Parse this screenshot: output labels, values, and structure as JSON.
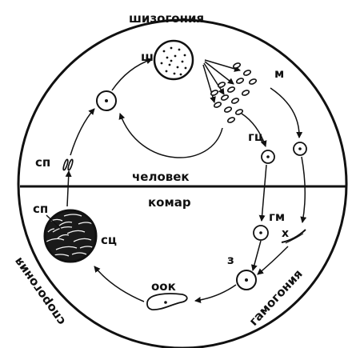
{
  "colors": {
    "ink": "#111111",
    "background": "#ffffff"
  },
  "labels": {
    "top_arc": "шизогония",
    "left_arc": "спорогония",
    "right_arc": "гамогония",
    "upper_half": "человек",
    "lower_half": "комар",
    "schizont": "ш",
    "merozoites": "м",
    "gametocytes": "гц",
    "gametes": "гм",
    "flagellum": "х",
    "zygote": "з",
    "ookinete": "оок",
    "oocyst": "сц",
    "sporozoites_lower": "сп",
    "sporozoites_upper": "сп"
  }
}
